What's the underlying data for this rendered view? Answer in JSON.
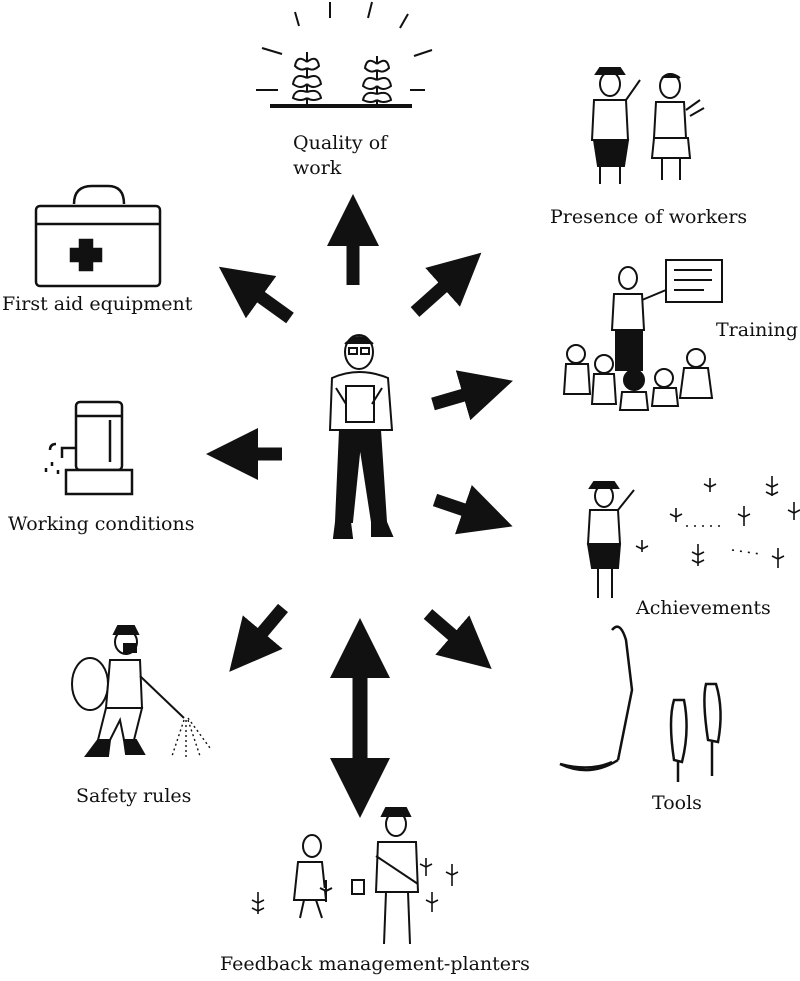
{
  "diagram": {
    "center": "supervisor",
    "labels": {
      "quality_line1": "Quality of",
      "quality_line2": "work",
      "presence": "Presence of workers",
      "first_aid": "First aid equipment",
      "training": "Training",
      "working_conditions": "Working conditions",
      "achievements": "Achievements",
      "safety": "Safety rules",
      "tools": "Tools",
      "feedback": "Feedback management-planters"
    },
    "icons": {
      "quality": "seedling-plants-icon",
      "presence": "two-workers-icon",
      "first_aid": "first-aid-kit-icon",
      "training": "classroom-training-icon",
      "working_conditions": "water-container-icon",
      "achievements": "planted-field-icon",
      "safety": "sprayer-worker-icon",
      "tools": "scythe-machete-icon",
      "feedback": "planters-icon",
      "center": "supervisor-clipboard-icon"
    },
    "colors": {
      "ink": "#111111",
      "paper": "#ffffff"
    }
  }
}
